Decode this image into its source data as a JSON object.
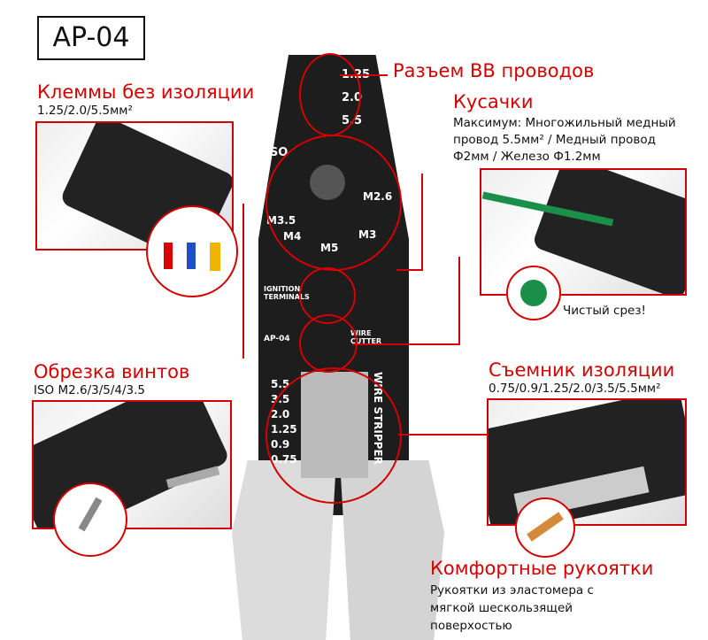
{
  "model": "AP-04",
  "callouts": {
    "terminals_bare": {
      "title": "Клеммы без изоляции",
      "desc": "1.25/2.0/5.5мм²"
    },
    "connector": {
      "title": "Разъем ВВ проводов"
    },
    "cutter": {
      "title": "Кусачки",
      "desc": "Максимум: Многожильный медный провод 5.5мм² / Медный провод Ф2мм / Железо Ф1.2мм",
      "note": "Чистый срез!"
    },
    "bolt_cutter": {
      "title": "Обрезка винтов",
      "desc": "ISO M2.6/3/5/4/3.5"
    },
    "stripper": {
      "title": "Съемник изоляции",
      "desc": "0.75/0.9/1.25/2.0/3.5/5.5мм²"
    },
    "handles": {
      "title": "Комфортные рукоятки",
      "desc": "Рукоятки из эластомера с мягкой шескользящей поверхостью"
    }
  },
  "tool": {
    "crimp_sizes": [
      "1.25",
      "2.0",
      "5.5"
    ],
    "iso": "ISO",
    "screw_sizes": [
      "M3.5",
      "M2.6",
      "M4",
      "M3",
      "M5"
    ],
    "ignition": "IGNITION TERMINALS",
    "wire_cutter": "WIRE CUTTER",
    "brand_model": "AP-04",
    "wire_stripper": "WIRE STRIPPER",
    "strip_sizes": [
      "5.5",
      "3.5",
      "2.0",
      "1.25",
      "0.9",
      "0.75"
    ]
  },
  "colors": {
    "accent": "#d40000"
  }
}
